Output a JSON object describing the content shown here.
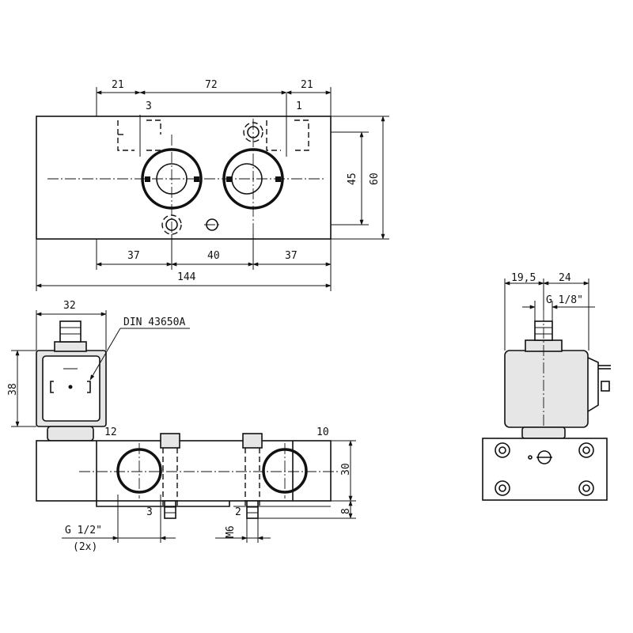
{
  "top_view": {
    "dims": {
      "d21_left": "21",
      "d72": "72",
      "d21_right": "21",
      "d45": "45",
      "d60": "60",
      "d37_left": "37",
      "d40": "40",
      "d37_right": "37",
      "d144": "144"
    },
    "ports": {
      "port3": "3",
      "port1": "1"
    }
  },
  "front_view": {
    "dims": {
      "d32": "32",
      "d38": "38",
      "d30": "30",
      "d8": "8"
    },
    "connector_label": "DIN 43650A",
    "ports": {
      "port12": "12",
      "port10": "10",
      "port3": "3",
      "port2": "2"
    },
    "thread_label": "G 1/2\"",
    "thread_count": "(2x)",
    "screw_label": "M6"
  },
  "side_view": {
    "dims": {
      "d19_5": "19,5",
      "d24": "24"
    },
    "thread_label": "G 1/8\""
  }
}
